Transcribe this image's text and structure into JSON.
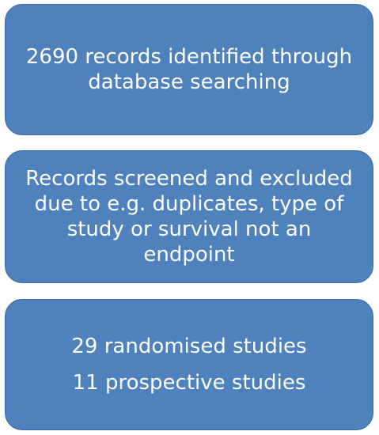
{
  "boxes": [
    {
      "lines": [
        "2690 records identified through",
        "database searching"
      ]
    },
    {
      "lines": [
        "Records screened and excluded",
        "due to e.g. duplicates, type of",
        "study or survival not an",
        "endpoint"
      ]
    },
    {
      "lines": [
        "29 randomised studies",
        "11 prospective studies"
      ]
    }
  ],
  "colors": {
    "box_fill": "#4f81bd",
    "text": "#ffffff"
  }
}
